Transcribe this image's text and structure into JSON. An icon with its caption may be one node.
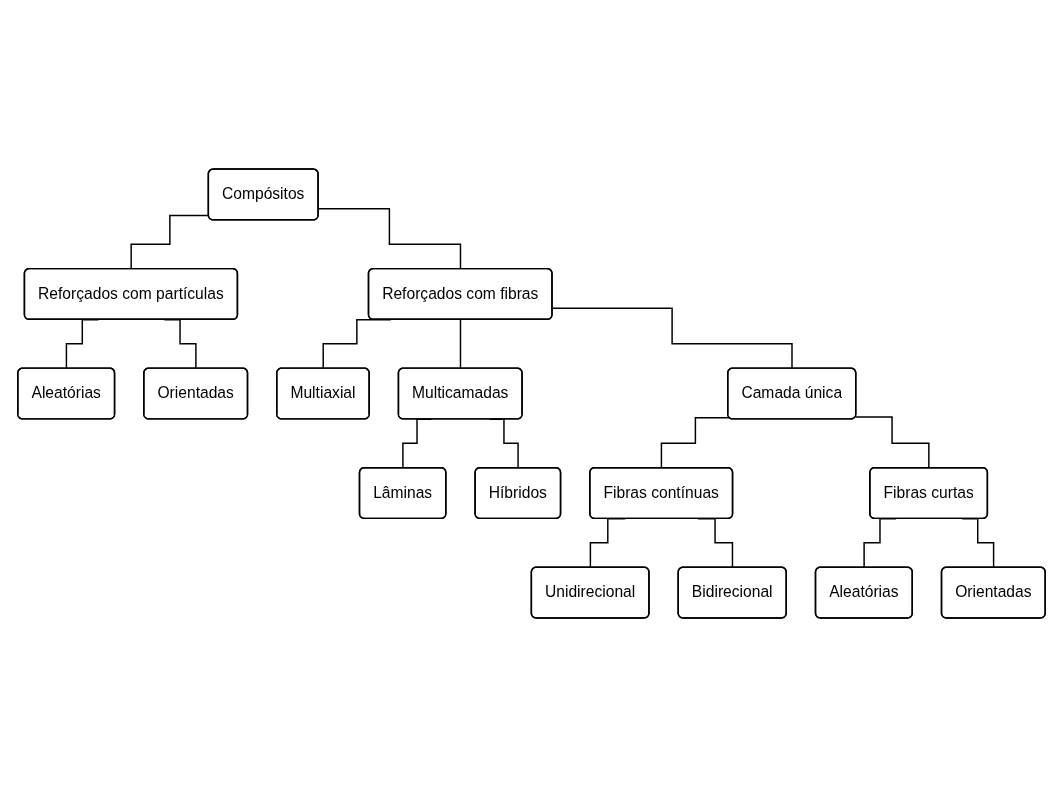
{
  "diagram": {
    "nodes": [
      {
        "text": [
          "Compósitos"
        ]
      },
      {
        "text": [
          "Reforçados com fibras"
        ]
      },
      {
        "text": [
          "Reforçados com partículas"
        ]
      },
      {
        "text": [
          "Aleatórias"
        ]
      },
      {
        "text": [
          "Orientadas"
        ]
      },
      {
        "text": [
          "Multiaxial"
        ]
      },
      {
        "text": [
          "Camada única"
        ]
      },
      {
        "text": [
          "Multicamadas"
        ]
      },
      {
        "text": [
          "Lâminas"
        ]
      },
      {
        "text": [
          "Híbridos"
        ]
      },
      {
        "text": [
          "Fibras contínuas"
        ]
      },
      {
        "text": [
          "Fibras curtas"
        ]
      },
      {
        "text": [
          "Unidirecional"
        ]
      },
      {
        "text": [
          "Bidirecional"
        ]
      },
      {
        "text": [
          "Aleatórias"
        ]
      },
      {
        "text": [
          "Orientadas"
        ]
      }
    ],
    "edges": [
      {
        "from": 0,
        "to": 1,
        "arrow": "none"
      },
      {
        "from": 0,
        "to": 2,
        "arrow": "none"
      },
      {
        "from": 2,
        "to": 3,
        "arrow": "none"
      },
      {
        "from": 2,
        "to": 4,
        "arrow": "none"
      },
      {
        "from": 1,
        "to": 5,
        "arrow": "none"
      },
      {
        "from": 1,
        "to": 6,
        "arrow": "none"
      },
      {
        "from": 1,
        "to": 7,
        "arrow": "none"
      },
      {
        "from": 7,
        "to": 8,
        "arrow": "none"
      },
      {
        "from": 7,
        "to": 9,
        "arrow": "none"
      },
      {
        "from": 6,
        "to": 10,
        "arrow": "none"
      },
      {
        "from": 6,
        "to": 11,
        "arrow": "none"
      },
      {
        "from": 10,
        "to": 12,
        "arrow": "none"
      },
      {
        "from": 10,
        "to": 13,
        "arrow": "none"
      },
      {
        "from": 11,
        "to": 14,
        "arrow": "none"
      },
      {
        "from": 11,
        "to": 15,
        "arrow": "none"
      }
    ]
  }
}
